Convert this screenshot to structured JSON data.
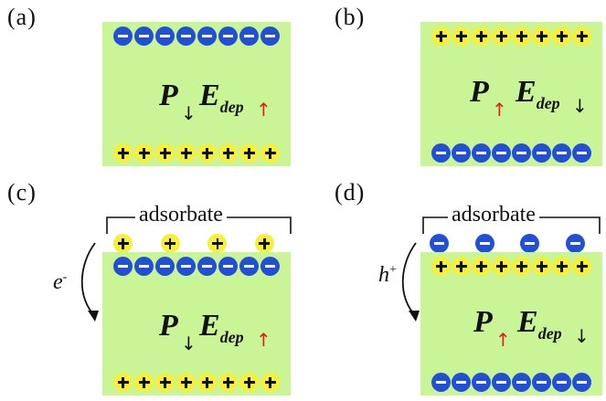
{
  "panels": [
    {
      "label": "(a)",
      "polarization": "P",
      "field": "E",
      "field_sub": "dep",
      "p_arrow": "↓",
      "e_arrow": "↑"
    },
    {
      "label": "(b)",
      "polarization": "P",
      "field": "E",
      "field_sub": "dep",
      "p_arrow": "↑",
      "e_arrow": "↓"
    },
    {
      "label": "(c)",
      "polarization": "P",
      "field": "E",
      "field_sub": "dep",
      "p_arrow": "↓",
      "e_arrow": "↑",
      "adsorbate": "adsorbate",
      "carrier": "e",
      "carrier_sup": "-"
    },
    {
      "label": "(d)",
      "polarization": "P",
      "field": "E",
      "field_sub": "dep",
      "p_arrow": "↑",
      "e_arrow": "↓",
      "adsorbate": "adsorbate",
      "carrier": "h",
      "carrier_sup": "+"
    }
  ],
  "colors": {
    "film": "#c9f597",
    "negative_charge": "#2150d6",
    "positive_charge": "#f6f038",
    "arrow_red": "#e21b1b"
  }
}
